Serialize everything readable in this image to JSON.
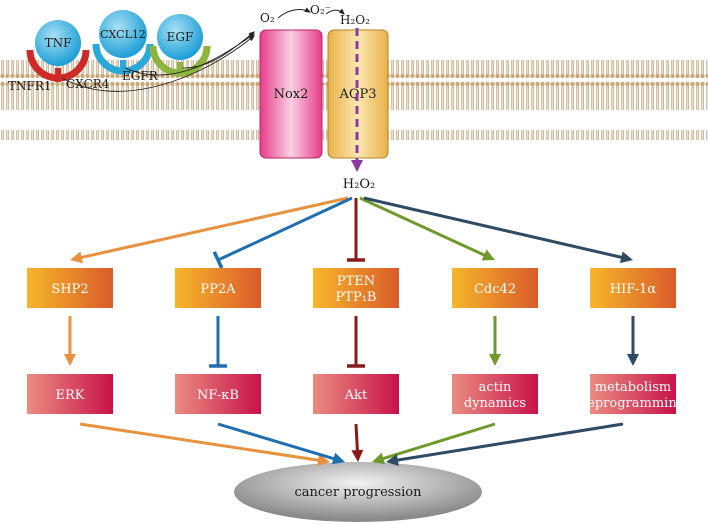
{
  "ligands": {
    "tnf": "TNF",
    "cxcl12": "CXCL12",
    "egf": "EGF"
  },
  "receptors": {
    "tnfr1": "TNFR1",
    "cxcr4": "CXCR4",
    "egfr": "EGFR"
  },
  "channels": {
    "nox2": "Nox2",
    "aqp3": "AQP3"
  },
  "molecules": {
    "o2": "O₂",
    "superoxide": "O₂⁻",
    "h2o2_top": "H₂O₂",
    "h2o2_mid": "H₂O₂"
  },
  "targets": [
    {
      "line1": "SHP2",
      "line2": "",
      "color": "#e8913f",
      "inhibit": false
    },
    {
      "line1": "PP2A",
      "line2": "",
      "color": "#1f6eb0",
      "inhibit": true
    },
    {
      "line1": "PTEN",
      "line2": "PTP₁B",
      "color": "#8b1a1a",
      "inhibit": true
    },
    {
      "line1": "Cdc42",
      "line2": "",
      "color": "#6f9a2a",
      "inhibit": false
    },
    {
      "line1": "HIF-1α",
      "line2": "",
      "color": "#2f4b64",
      "inhibit": false
    }
  ],
  "effectors": [
    {
      "line1": "ERK",
      "line2": ""
    },
    {
      "line1": "NF-κB",
      "line2": ""
    },
    {
      "line1": "Akt",
      "line2": ""
    },
    {
      "line1": "actin",
      "line2": "dynamics"
    },
    {
      "line1": "metabolism",
      "line2": "reprogramming"
    }
  ],
  "outcome": "cancer progression",
  "colors": {
    "box_top": "#f4b223",
    "box_bottom": "#d9582b",
    "effector_left": "#e98a7e",
    "effector_right": "#c9164a",
    "aqp_arrow": "#8b3aa0",
    "ligand_blue": "#29a9d9",
    "receptor_red": "#cf2a2a",
    "receptor_green": "#8db43c"
  }
}
